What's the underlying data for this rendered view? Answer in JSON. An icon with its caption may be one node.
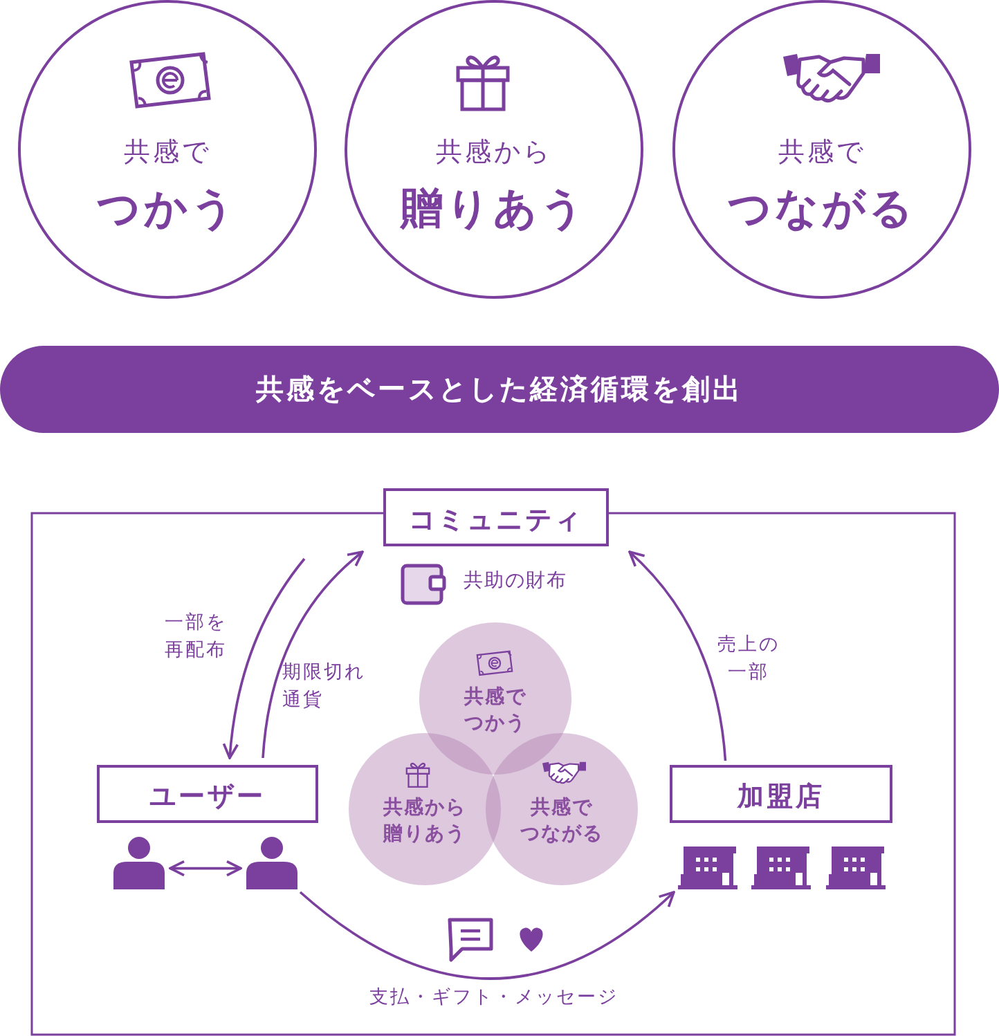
{
  "diagram": {
    "nodes": [
      {
        "text": [
          "共感で",
          "つかう"
        ]
      },
      {
        "text": [
          "共感から",
          "贈りあう"
        ]
      },
      {
        "text": [
          "共感で",
          "つながる"
        ]
      },
      {
        "text": [
          "共感をベースとした経済循環を創出"
        ]
      },
      {
        "text": [
          "コミュニティ"
        ],
        "beside": [
          "共助の財布"
        ]
      },
      {
        "text": [
          "ユーザー"
        ]
      },
      {
        "text": [
          "加盟店"
        ]
      },
      {
        "text": [
          "共感で",
          "つかう"
        ]
      },
      {
        "text": [
          "共感から",
          "贈りあう"
        ]
      },
      {
        "text": [
          "共感で",
          "つながる"
        ]
      },
      {
        "text": [],
        "shape": "person"
      },
      {
        "text": [],
        "shape": "person"
      },
      {
        "text": [],
        "shape": "building"
      },
      {
        "text": [],
        "shape": "building"
      },
      {
        "text": [],
        "shape": "building"
      }
    ],
    "edges": [
      {
        "from": 4,
        "to": 5,
        "arrow": "to",
        "label": "一部を再配布"
      },
      {
        "from": 5,
        "to": 4,
        "arrow": "to",
        "label": "期限切れ通貨"
      },
      {
        "from": 6,
        "to": 4,
        "arrow": "to",
        "label": "売上の一部"
      },
      {
        "from": 11,
        "to": 12,
        "arrow": "to",
        "label": "支払・ギフト・メッセージ"
      },
      {
        "from": 10,
        "to": 11,
        "arrow": "both"
      }
    ]
  }
}
